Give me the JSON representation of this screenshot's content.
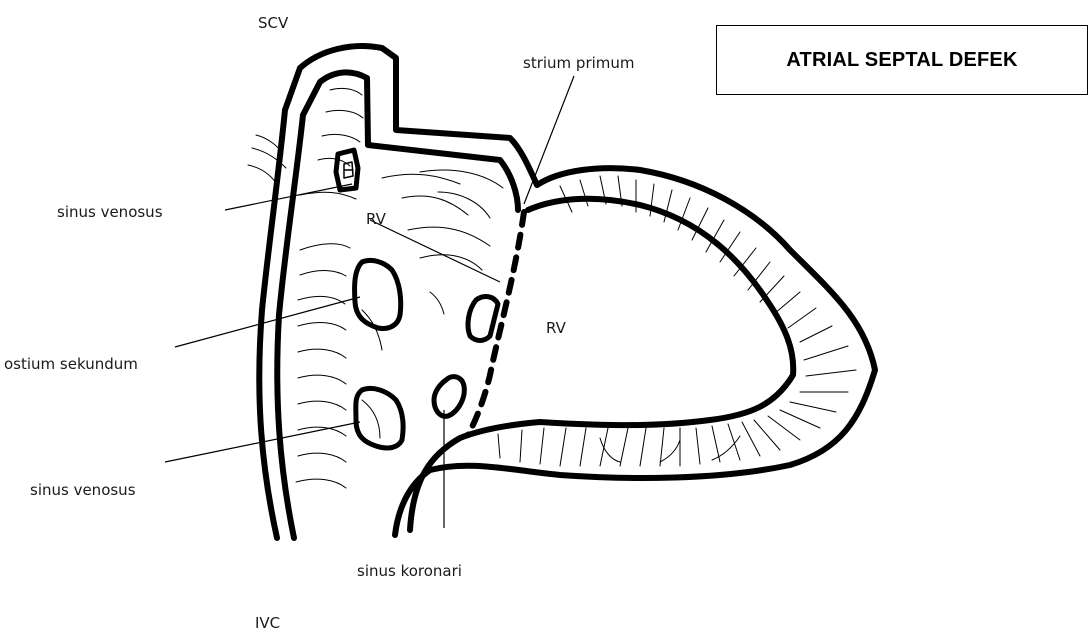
{
  "title": "ATRIAL SEPTAL DEFEK",
  "labels": {
    "scv": "SCV",
    "ivc": "IVC",
    "strium_primum": "strium primum",
    "sinus_venosus_top": "sinus venosus",
    "ostium_sekundum": "ostium sekundum",
    "sinus_venosus_bottom": "sinus venosus",
    "sinus_koronari": "sinus koronari",
    "rv_upper": "RV",
    "rv_right": "RV"
  },
  "colors": {
    "stroke": "#000000",
    "text": "#1a1a1a",
    "background": "#ffffff"
  }
}
